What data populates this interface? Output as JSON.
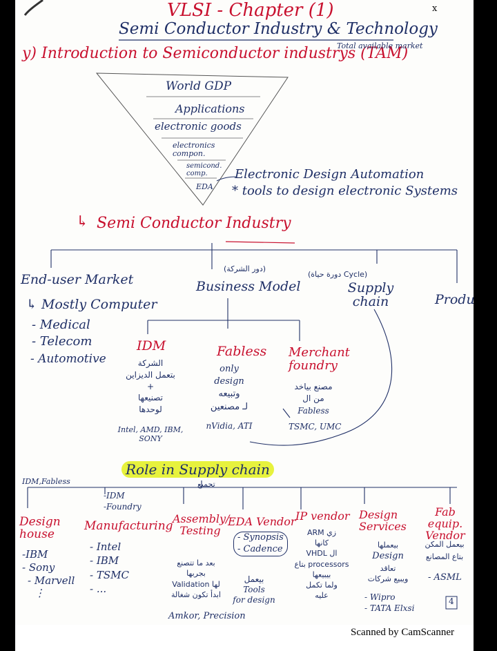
{
  "title": "VLSI - Chapter (1)",
  "x_mark": "x",
  "subtitle": "Semi Conductor Industry & Technology",
  "section_intro": "y) Introduction to Semiconductor industrys (TAM)",
  "tam_note": "Total available market",
  "pyramid": [
    "World GDP",
    "Applications",
    "electronic goods",
    "electronics compon.",
    "semicond. comp.",
    "EDA"
  ],
  "eda_note": {
    "line1": "Electronic Design Automation",
    "line2": "* tools to design electronic Systems"
  },
  "semi_industry": "Semi Conductor Industry",
  "branches": {
    "end_user": {
      "title": "End-user Market",
      "lead": "Mostly Computer",
      "items": [
        "- Medical",
        "- Telecom",
        "- Automotive"
      ]
    },
    "business": {
      "title": "Business Model",
      "note": "(دور الشركة)"
    },
    "supply": {
      "title": "Supply chain",
      "note": "(دورة حياة Cycle)"
    },
    "product": {
      "title": "Product"
    }
  },
  "models": {
    "idm": {
      "title": "IDM",
      "lines": [
        "الشركة",
        "بتعمل الديزاين",
        "+",
        "تصنيعها",
        "لوحدها"
      ],
      "examples": "Intel, AMD, IBM, SONY"
    },
    "fabless": {
      "title": "Fabless",
      "lines": [
        "only",
        "design",
        "وتبيعه",
        "لـ مصنعين"
      ],
      "examples": "nVidia, ATI"
    },
    "merchant": {
      "title": "Merchant foundry",
      "lines": [
        "مصنع بياخد",
        "من ال",
        "Fabless"
      ],
      "examples": "TSMC, UMC"
    }
  },
  "role": "Role in Supply chain",
  "idm_fabless": "IDM,Fabless",
  "roles": {
    "design_house": {
      "title": "Design house",
      "items": [
        "-IBM",
        "- Sony",
        "- Marvell",
        "⋮"
      ]
    },
    "manufacturing": {
      "title": "Manufacturing",
      "note1": "-IDM",
      "note2": "-Foundry",
      "items": [
        "- Intel",
        "- IBM",
        "- TSMC",
        "- ..."
      ]
    },
    "assembly": {
      "title": "Assembly/ Testing",
      "note": "تجميع",
      "lines": [
        "بعد ما تتصنع",
        "بجربها",
        "Validation لها",
        "ابدأ تكون شغالة"
      ],
      "examples": "Amkor, Precision"
    },
    "eda": {
      "title": "EDA Vendor",
      "items": [
        "- Synopsis",
        "- Cadence"
      ],
      "lines": [
        "بيعمل",
        "Tools",
        "for design"
      ]
    },
    "ip": {
      "title": "IP vendor",
      "lines": [
        "ARM زي",
        "كانها",
        "VHDL ال",
        "بتاع processors",
        "بيبيعها",
        "ولما تكمل",
        "عليه"
      ]
    },
    "design_services": {
      "title": "Design Services",
      "lines": [
        "بيعملها",
        "Design",
        "تعاقد",
        "ويبيع شركات"
      ],
      "items": [
        "- Wipro",
        "- TATA Elxsi"
      ]
    },
    "fab_equip": {
      "title": "Fab equip. Vendor",
      "lines": [
        "بيعمل المكن",
        "بتاع المصانع"
      ],
      "items": [
        "- ASML"
      ]
    }
  },
  "page_number": "4",
  "footer": "Scanned by CamScanner"
}
